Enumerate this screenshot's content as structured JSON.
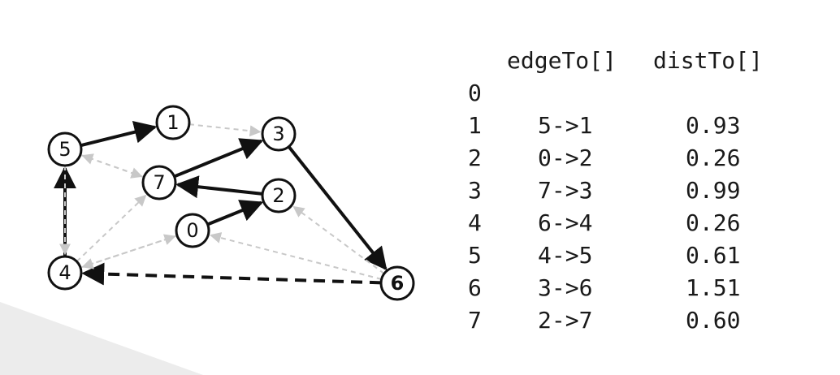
{
  "graph": {
    "nodes": [
      {
        "id": "0",
        "label": "0"
      },
      {
        "id": "1",
        "label": "1"
      },
      {
        "id": "2",
        "label": "2"
      },
      {
        "id": "3",
        "label": "3"
      },
      {
        "id": "4",
        "label": "4"
      },
      {
        "id": "5",
        "label": "5"
      },
      {
        "id": "6",
        "label": "6"
      },
      {
        "id": "7",
        "label": "7"
      }
    ],
    "edges": [
      {
        "from": "5",
        "to": "1",
        "style": "tree"
      },
      {
        "from": "7",
        "to": "3",
        "style": "tree"
      },
      {
        "from": "2",
        "to": "7",
        "style": "tree"
      },
      {
        "from": "0",
        "to": "2",
        "style": "tree"
      },
      {
        "from": "3",
        "to": "6",
        "style": "tree"
      },
      {
        "from": "4",
        "to": "5",
        "style": "tree"
      },
      {
        "from": "6",
        "to": "4",
        "style": "dashed"
      },
      {
        "from": "1",
        "to": "3",
        "style": "faint"
      },
      {
        "from": "7",
        "to": "5",
        "style": "faint"
      },
      {
        "from": "5",
        "to": "4",
        "style": "faint"
      },
      {
        "from": "5",
        "to": "7",
        "style": "faint"
      },
      {
        "from": "4",
        "to": "7",
        "style": "faint"
      },
      {
        "from": "4",
        "to": "0",
        "style": "faint"
      },
      {
        "from": "0",
        "to": "4",
        "style": "faint"
      },
      {
        "from": "6",
        "to": "2",
        "style": "faint"
      },
      {
        "from": "6",
        "to": "0",
        "style": "faint"
      }
    ],
    "colors": {
      "tree": "#111111",
      "faint": "#c8c8c8",
      "node_fill": "#ffffff"
    }
  },
  "table": {
    "header_edge": "edgeTo[]",
    "header_dist": "distTo[]",
    "rows": [
      {
        "v": "0",
        "edge": "",
        "dist": ""
      },
      {
        "v": "1",
        "edge": "5->1",
        "dist": "0.93"
      },
      {
        "v": "2",
        "edge": "0->2",
        "dist": "0.26"
      },
      {
        "v": "3",
        "edge": "7->3",
        "dist": "0.99"
      },
      {
        "v": "4",
        "edge": "6->4",
        "dist": "0.26"
      },
      {
        "v": "5",
        "edge": "4->5",
        "dist": "0.61"
      },
      {
        "v": "6",
        "edge": "3->6",
        "dist": "1.51"
      },
      {
        "v": "7",
        "edge": "2->7",
        "dist": "0.60"
      }
    ]
  }
}
